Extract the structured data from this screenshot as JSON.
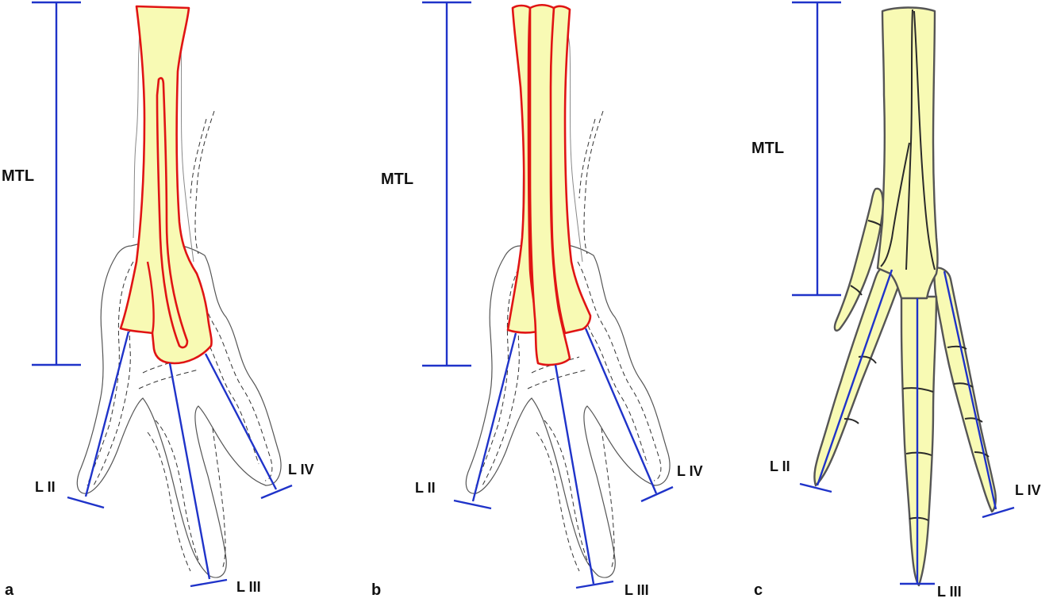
{
  "panels": [
    {
      "id": "a",
      "panel_letter": "a",
      "mtl": "MTL",
      "digit_2": "L II",
      "digit_3": "L III",
      "digit_4": "L IV"
    },
    {
      "id": "b",
      "panel_letter": "b",
      "mtl": "MTL",
      "digit_2": "L II",
      "digit_3": "L III",
      "digit_4": "L IV"
    },
    {
      "id": "c",
      "panel_letter": "c",
      "mtl": "MTL",
      "digit_2": "L II",
      "digit_3": "L III",
      "digit_4": "L IV"
    }
  ],
  "colors": {
    "bone_fill": "#f8fab4",
    "bone_outline_ab": "#e01414",
    "bone_outline_c": "#555555",
    "measure_line": "#1f33c9",
    "footprint_outline": "#555555",
    "text": "#111111"
  }
}
